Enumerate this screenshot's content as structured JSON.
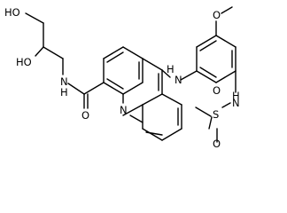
{
  "molecule": {
    "atoms": {
      "ho_top": "HO",
      "ho_mid": "HO",
      "nh_amide": "N",
      "h_amide": "H",
      "o_carbonyl": "O",
      "n_ring": "N",
      "nh_link": "N",
      "h_link": "H",
      "o_methoxy": "O",
      "nh_sulfon": "N",
      "h_sulfon": "H",
      "s_sulfon": "S",
      "o_sulfon_top": "O",
      "o_sulfon_bottom": "O"
    }
  },
  "colors": {
    "bond": "#000000",
    "label": "#000000",
    "background": "#ffffff"
  }
}
